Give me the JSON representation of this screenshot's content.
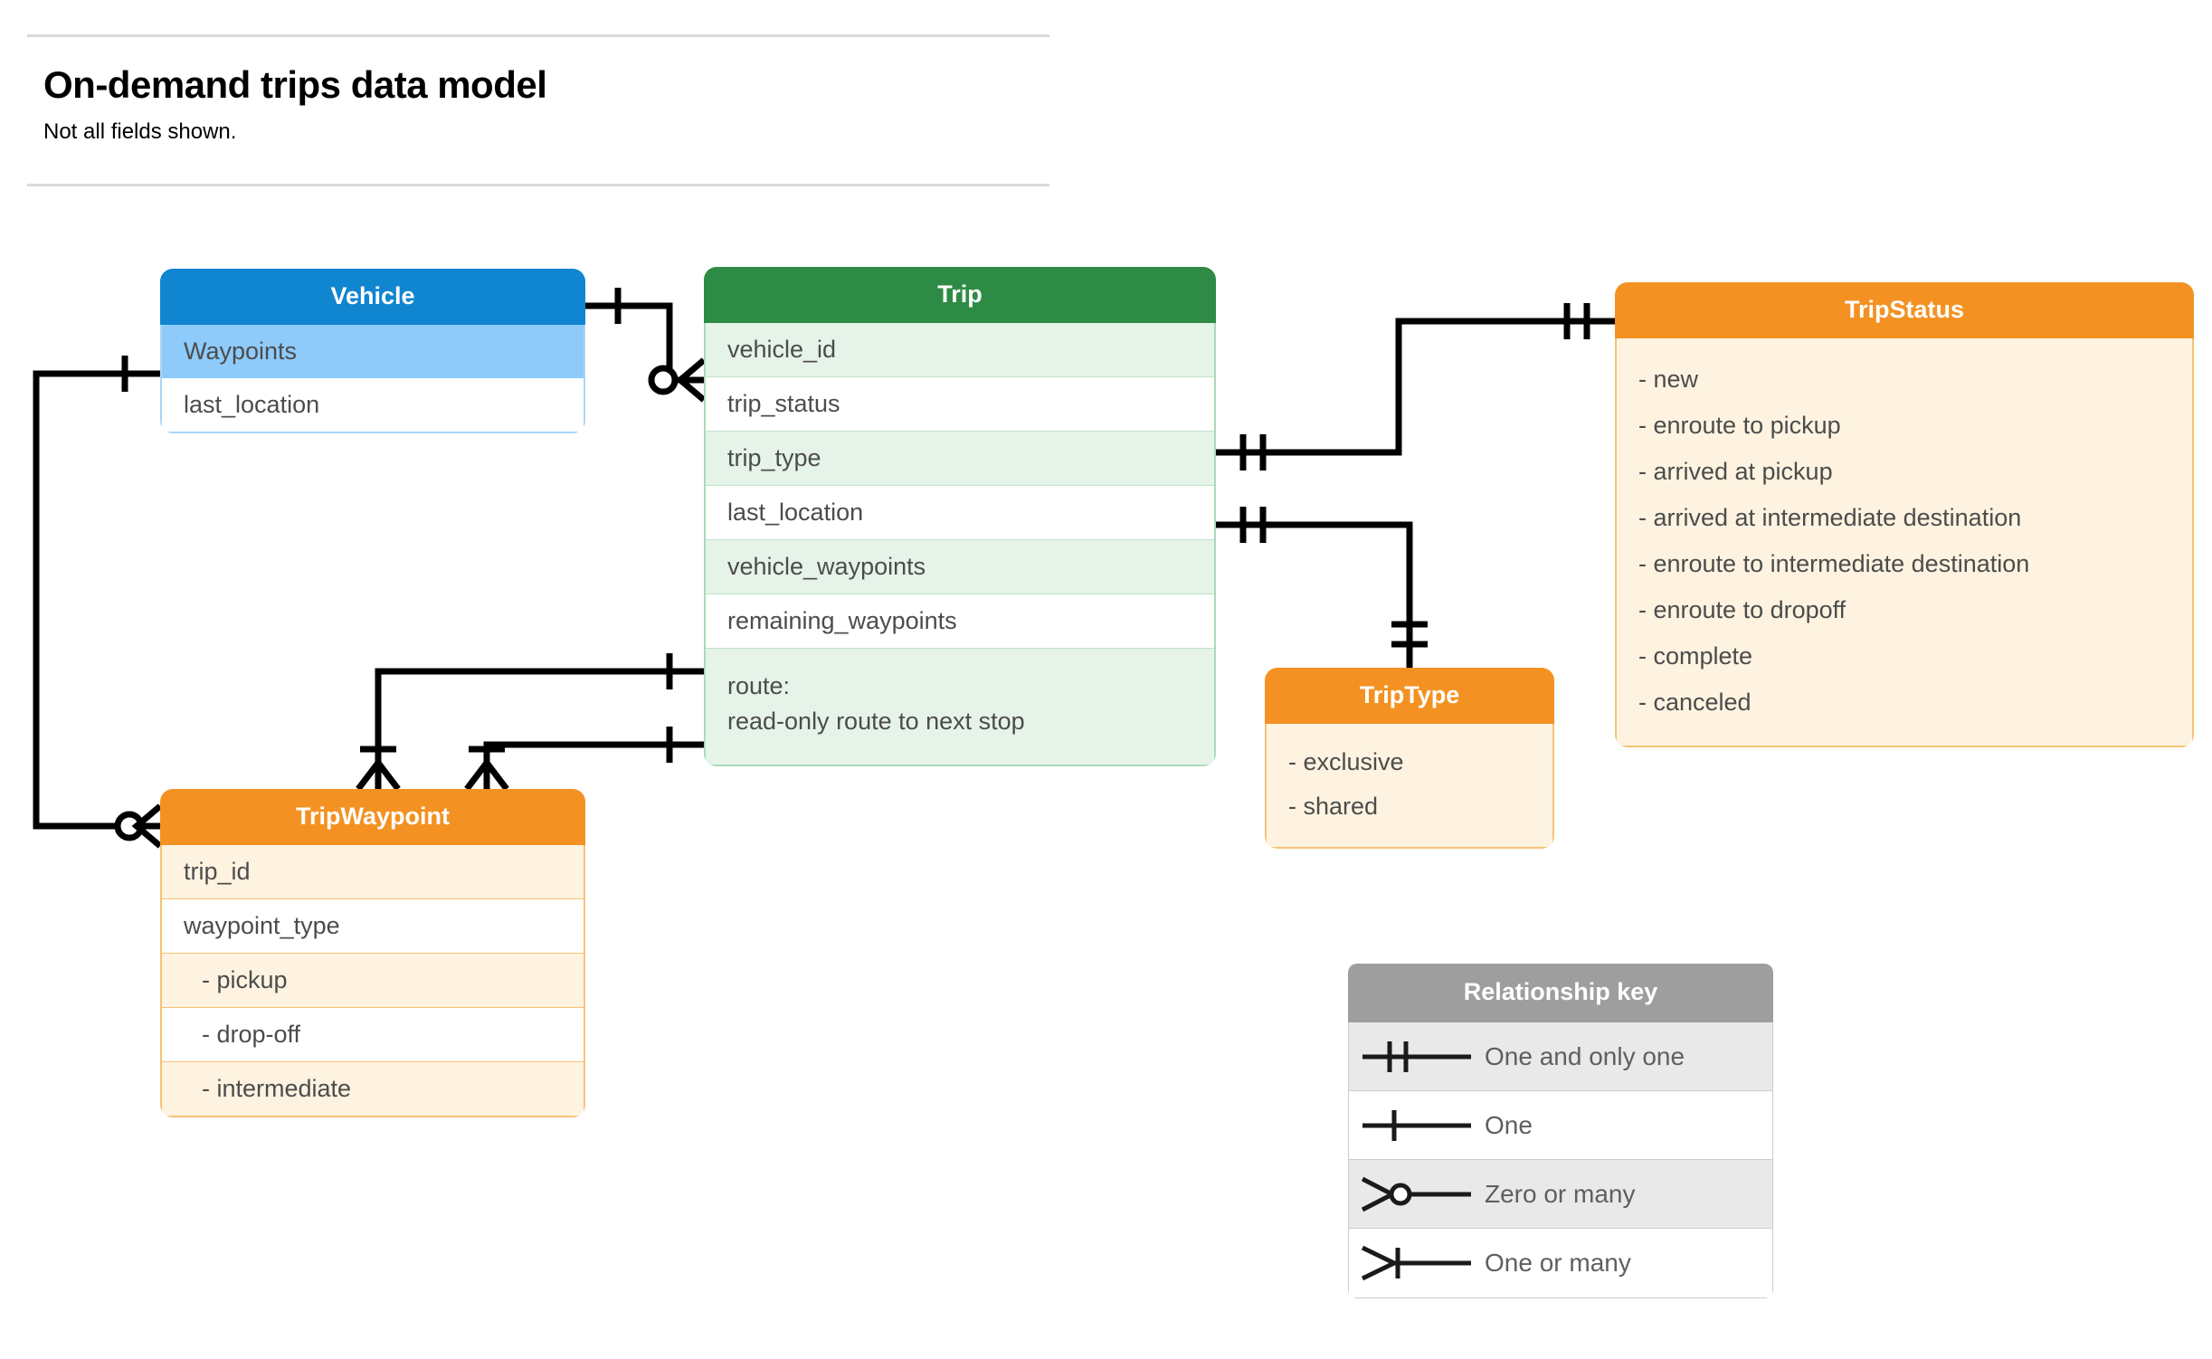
{
  "header": {
    "title": "On-demand trips data model",
    "subtitle": "Not all fields shown."
  },
  "entities": {
    "vehicle": {
      "name": "Vehicle",
      "color": "#1085d0",
      "fields": [
        {
          "label": "Waypoints"
        },
        {
          "label": "last_location"
        }
      ]
    },
    "trip": {
      "name": "Trip",
      "color": "#2e8b45",
      "fields": [
        {
          "label": "vehicle_id"
        },
        {
          "label": "trip_status"
        },
        {
          "label": "trip_type"
        },
        {
          "label": "last_location"
        },
        {
          "label": "vehicle_waypoints"
        },
        {
          "label": "remaining_waypoints"
        },
        {
          "label": "route:",
          "label2": "read-only route to next stop"
        }
      ]
    },
    "trip_status": {
      "name": "TripStatus",
      "color": "#f39222",
      "values": [
        "- new",
        "- enroute to pickup",
        "- arrived at pickup",
        "- arrived at intermediate destination",
        "- enroute to intermediate destination",
        "- enroute to dropoff",
        "- complete",
        "- canceled"
      ]
    },
    "trip_type": {
      "name": "TripType",
      "color": "#f39222",
      "values": [
        "- exclusive",
        "- shared"
      ]
    },
    "trip_waypoint": {
      "name": "TripWaypoint",
      "color": "#f39222",
      "fields": [
        {
          "label": "trip_id"
        },
        {
          "label": "waypoint_type"
        },
        {
          "label": "-  pickup"
        },
        {
          "label": "-  drop-off"
        },
        {
          "label": "-  intermediate"
        }
      ]
    }
  },
  "legend": {
    "title": "Relationship key",
    "rows": [
      {
        "symbol": "one-and-only-one-icon",
        "label": "One and only one"
      },
      {
        "symbol": "one-icon",
        "label": "One"
      },
      {
        "symbol": "zero-or-many-icon",
        "label": "Zero or many"
      },
      {
        "symbol": "one-or-many-icon",
        "label": "One or many"
      }
    ]
  },
  "relationships": [
    {
      "from": "Vehicle",
      "from_card": "One",
      "to": "Trip.vehicle_id",
      "to_card": "Zero or many"
    },
    {
      "from": "Vehicle.Waypoints",
      "from_card": "One",
      "to": "TripWaypoint",
      "to_card": "Zero or many"
    },
    {
      "from": "Trip.trip_status",
      "from_card": "One and only one",
      "to": "TripStatus",
      "to_card": "One and only one"
    },
    {
      "from": "Trip.trip_type",
      "from_card": "One and only one",
      "to": "TripType",
      "to_card": "One and only one"
    },
    {
      "from": "Trip.vehicle_waypoints",
      "from_card": "One",
      "to": "TripWaypoint",
      "to_card": "One or many"
    },
    {
      "from": "Trip.remaining_waypoints",
      "from_card": "One",
      "to": "TripWaypoint",
      "to_card": "One or many"
    }
  ]
}
